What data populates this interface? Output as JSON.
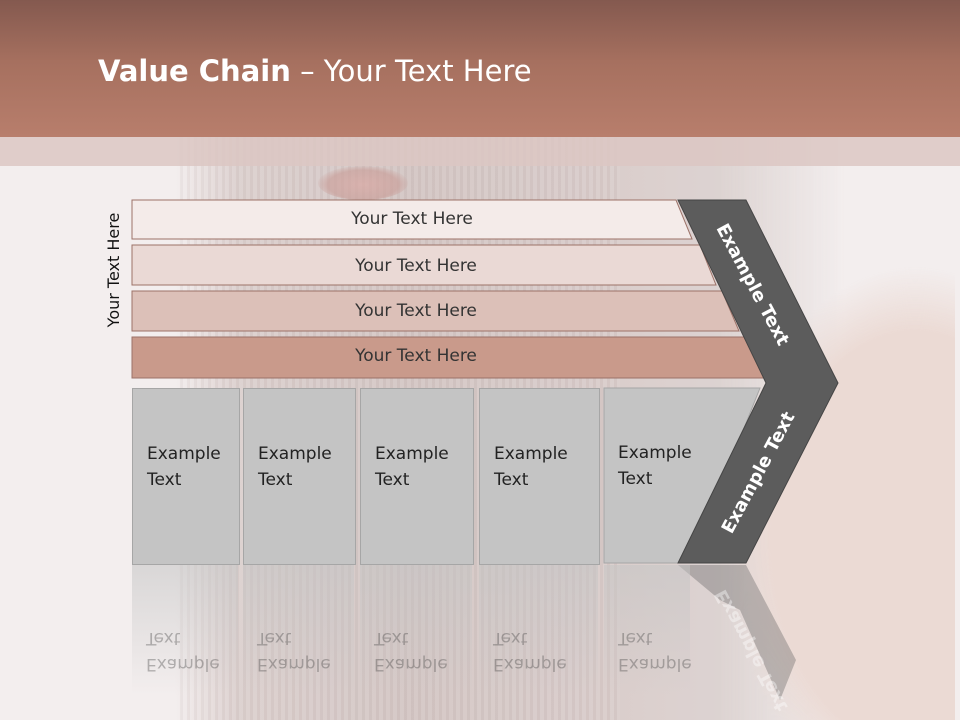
{
  "title": {
    "bold": "Value Chain",
    "rest": " – Your Text Here"
  },
  "side_label": "Your Text Here",
  "rows": [
    {
      "label": "Your Text Here",
      "fill": "#f4ebe9"
    },
    {
      "label": "Your Text Here",
      "fill": "#ead9d5"
    },
    {
      "label": "Your Text Here",
      "fill": "#dcc0b8"
    },
    {
      "label": "Your Text Here",
      "fill": "#c99a8b"
    }
  ],
  "boxes": [
    {
      "line1": "Example",
      "line2": "Text"
    },
    {
      "line1": "Example",
      "line2": "Text"
    },
    {
      "line1": "Example",
      "line2": "Text"
    },
    {
      "line1": "Example",
      "line2": "Text"
    },
    {
      "line1": "Example",
      "line2": "Text"
    }
  ],
  "arrow": {
    "upper_label": "Example Text",
    "lower_label": "Example Text",
    "color": "#5c5c5c"
  },
  "colors": {
    "header_top": "#84594f",
    "header_bottom": "#b87e6c",
    "box_fill": "#c4c4c4"
  }
}
